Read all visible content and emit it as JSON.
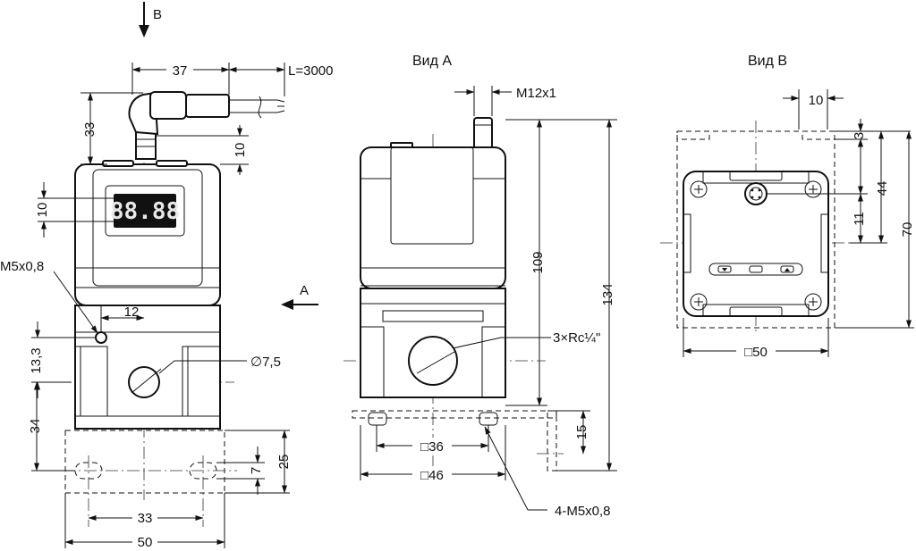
{
  "views": {
    "front": {
      "direction_b": "B",
      "direction_a": "A",
      "display_text": "88.88",
      "dims": {
        "w37": "37",
        "cable_len": "L=3000",
        "h33": "33",
        "h10_connector": "10",
        "h10_display": "10",
        "thread": "M5x0,8",
        "w12": "12",
        "h13_3": "13,3",
        "dia": "∅7,5",
        "h34": "34",
        "h25": "25",
        "h7": "7",
        "w33": "33",
        "w50": "50"
      }
    },
    "side": {
      "title": "Вид A",
      "dims": {
        "thread": "M12x1",
        "h109": "109",
        "h134": "134",
        "port": "3×Rc¼\"",
        "h15": "15",
        "sq36": "□36",
        "sq46": "□46",
        "bolts": "4-M5x0,8"
      }
    },
    "top": {
      "title": "Вид B",
      "dims": {
        "w10": "10",
        "h3": "3",
        "h44": "44",
        "h70": "70",
        "h11": "11",
        "sq50": "□50"
      }
    }
  }
}
